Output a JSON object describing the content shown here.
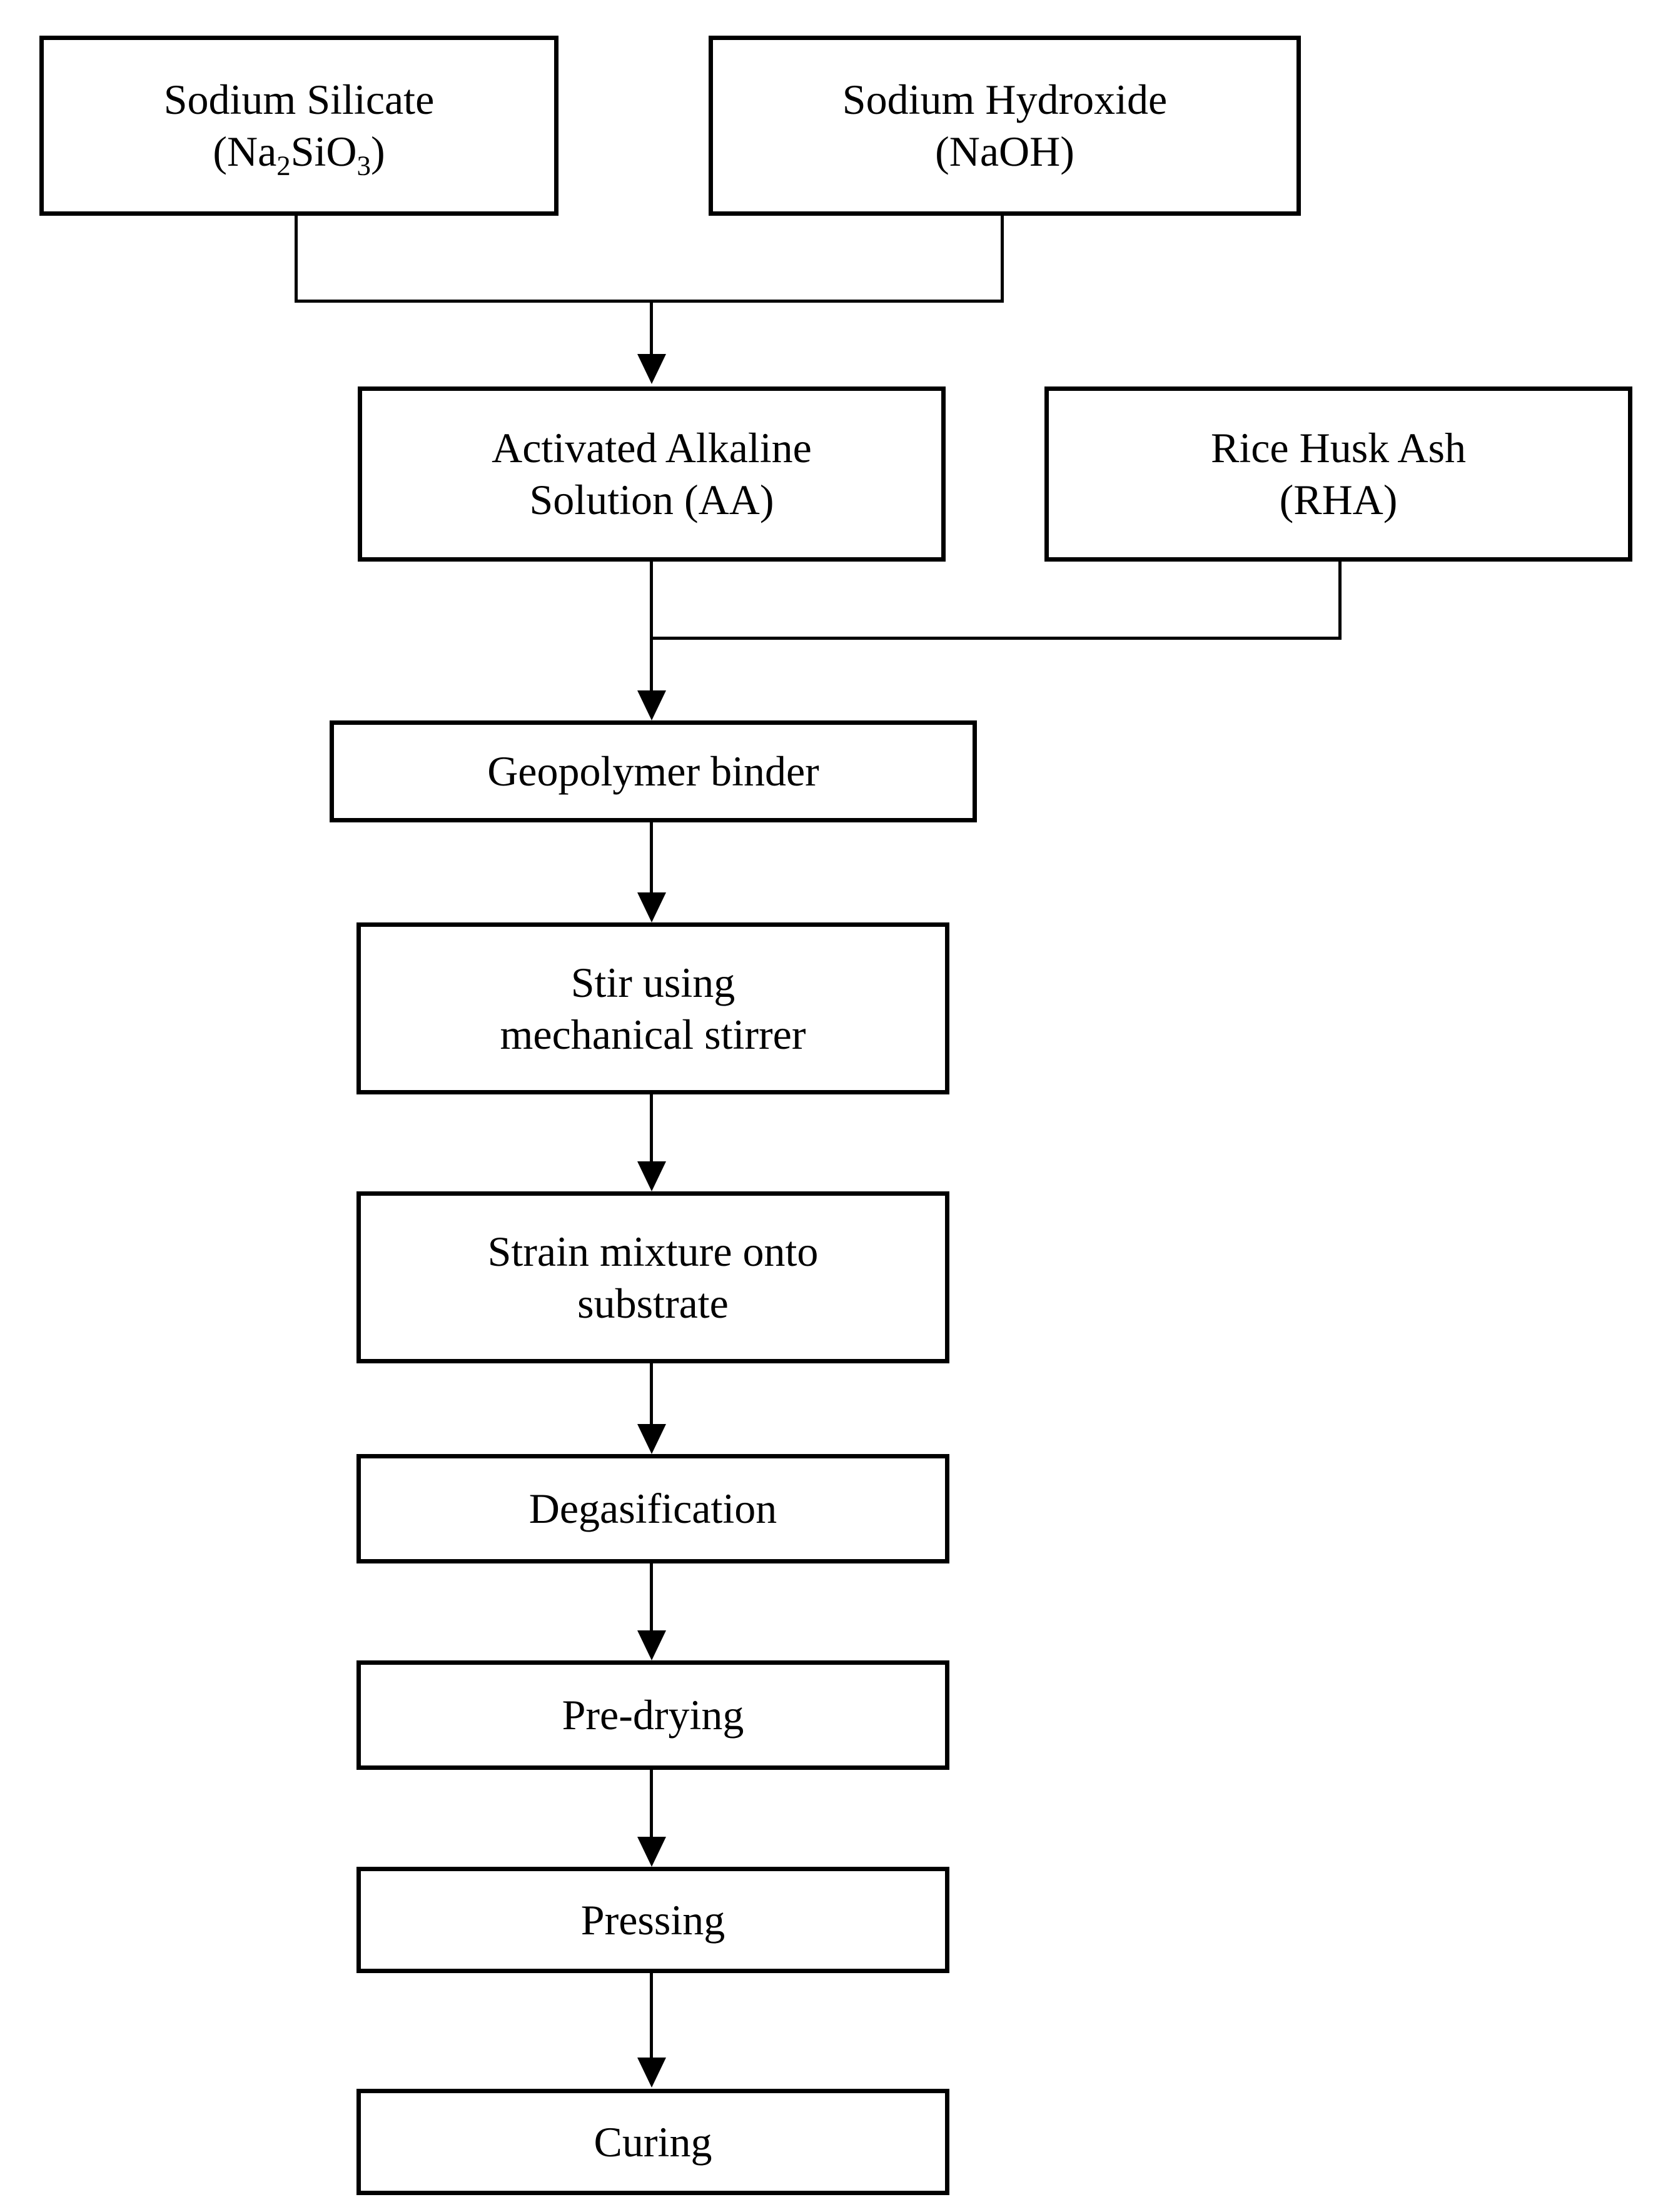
{
  "diagram": {
    "title": "Geopolymer composite fabrication process flowchart",
    "background_color": "#ffffff",
    "line_color": "#000000",
    "box_fill": "#ffffff",
    "nodes": [
      {
        "id": "sodium-silicate",
        "label": "Sodium Silicate\n(Na2SiO3)",
        "line1": "Sodium Silicate",
        "line2_pre": "(Na",
        "line2_sub1": "2",
        "line2_mid": "SiO",
        "line2_sub2": "3",
        "line2_post": ")"
      },
      {
        "id": "sodium-hydroxide",
        "label": "Sodium Hydroxide\n(NaOH)",
        "line1": "Sodium Hydroxide",
        "line2": "(NaOH)"
      },
      {
        "id": "activated-alkaline",
        "label": "Activated Alkaline\nSolution (AA)",
        "line1": "Activated Alkaline",
        "line2": "Solution (AA)"
      },
      {
        "id": "rice-husk-ash",
        "label": "Rice Husk Ash\n(RHA)",
        "line1": "Rice Husk Ash",
        "line2": "(RHA)"
      },
      {
        "id": "geopolymer-binder",
        "label": "Geopolymer binder"
      },
      {
        "id": "stir",
        "label": "Stir using\nmechanical stirrer"
      },
      {
        "id": "strain",
        "label": "Strain mixture onto\nsubstrate"
      },
      {
        "id": "degasification",
        "label": "Degasification"
      },
      {
        "id": "pre-drying",
        "label": "Pre-drying"
      },
      {
        "id": "pressing",
        "label": "Pressing"
      },
      {
        "id": "curing",
        "label": "Curing"
      }
    ],
    "edges": [
      {
        "from": "sodium-silicate",
        "to": "activated-alkaline",
        "style": "merge"
      },
      {
        "from": "sodium-hydroxide",
        "to": "activated-alkaline",
        "style": "merge"
      },
      {
        "from": "activated-alkaline",
        "to": "geopolymer-binder",
        "style": "straight"
      },
      {
        "from": "rice-husk-ash",
        "to": "geopolymer-binder",
        "style": "elbow"
      },
      {
        "from": "geopolymer-binder",
        "to": "stir",
        "style": "straight"
      },
      {
        "from": "stir",
        "to": "strain",
        "style": "straight"
      },
      {
        "from": "strain",
        "to": "degasification",
        "style": "straight"
      },
      {
        "from": "degasification",
        "to": "pre-drying",
        "style": "straight"
      },
      {
        "from": "pre-drying",
        "to": "pressing",
        "style": "straight"
      },
      {
        "from": "pressing",
        "to": "curing",
        "style": "straight"
      }
    ]
  }
}
